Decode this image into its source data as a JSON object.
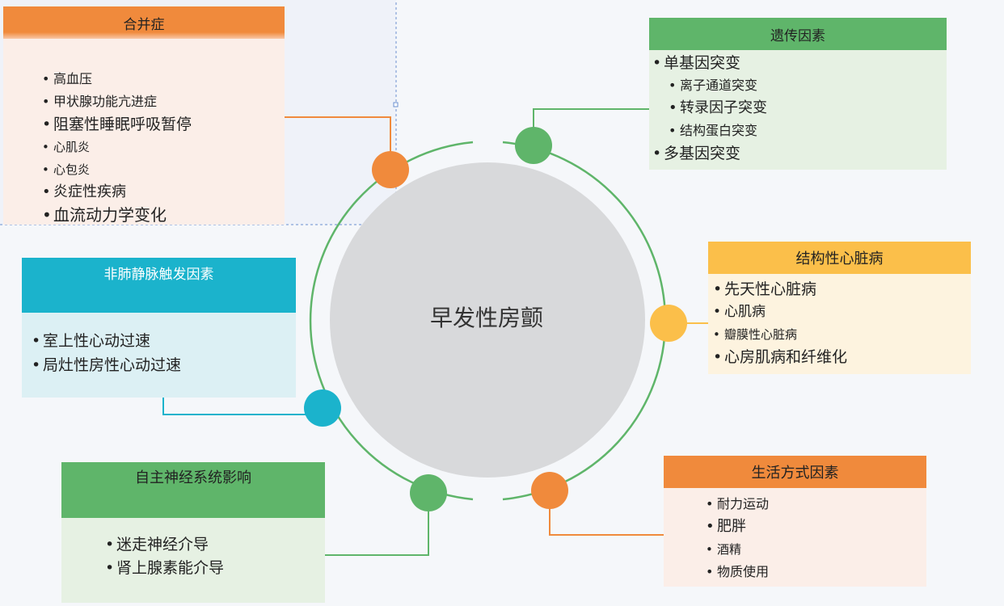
{
  "center": {
    "title": "早发性房颤"
  },
  "boxes": {
    "complications": {
      "title": "合并症",
      "items": [
        "高血压",
        "甲状腺功能亢进症",
        "阻塞性睡眠呼吸暂停",
        "心肌炎",
        "心包炎",
        "炎症性疾病",
        "血流动力学变化"
      ],
      "color": "#f08a3c"
    },
    "genetic": {
      "title": "遗传因素",
      "items": [
        "单基因突变",
        "离子通道突变",
        "转录因子突变",
        "结构蛋白突变",
        "多基因突变"
      ],
      "color": "#5fb56a"
    },
    "non_pv": {
      "title": "非肺静脉触发因素",
      "items": [
        "室上性心动过速",
        "局灶性房性心动过速"
      ],
      "color": "#1bb3cc"
    },
    "structural": {
      "title": "结构性心脏病",
      "items": [
        "先天性心脏病",
        "心肌病",
        "瓣膜性心脏病",
        "心房肌病和纤维化"
      ],
      "color": "#fbbf4a"
    },
    "autonomic": {
      "title": "自主神经系统影响",
      "items": [
        "迷走神经介导",
        "肾上腺素能介导"
      ],
      "color": "#5fb56a"
    },
    "lifestyle": {
      "title": "生活方式因素",
      "items": [
        "耐力运动",
        "肥胖",
        "酒精",
        "物质使用"
      ],
      "color": "#f08a3c"
    }
  },
  "colors": {
    "ring": "#5fb56a",
    "center_fill": "#d8d9db",
    "orange": "#f08a3c",
    "green": "#5fb56a",
    "cyan": "#1bb3cc",
    "yellow": "#fbbf4a"
  }
}
